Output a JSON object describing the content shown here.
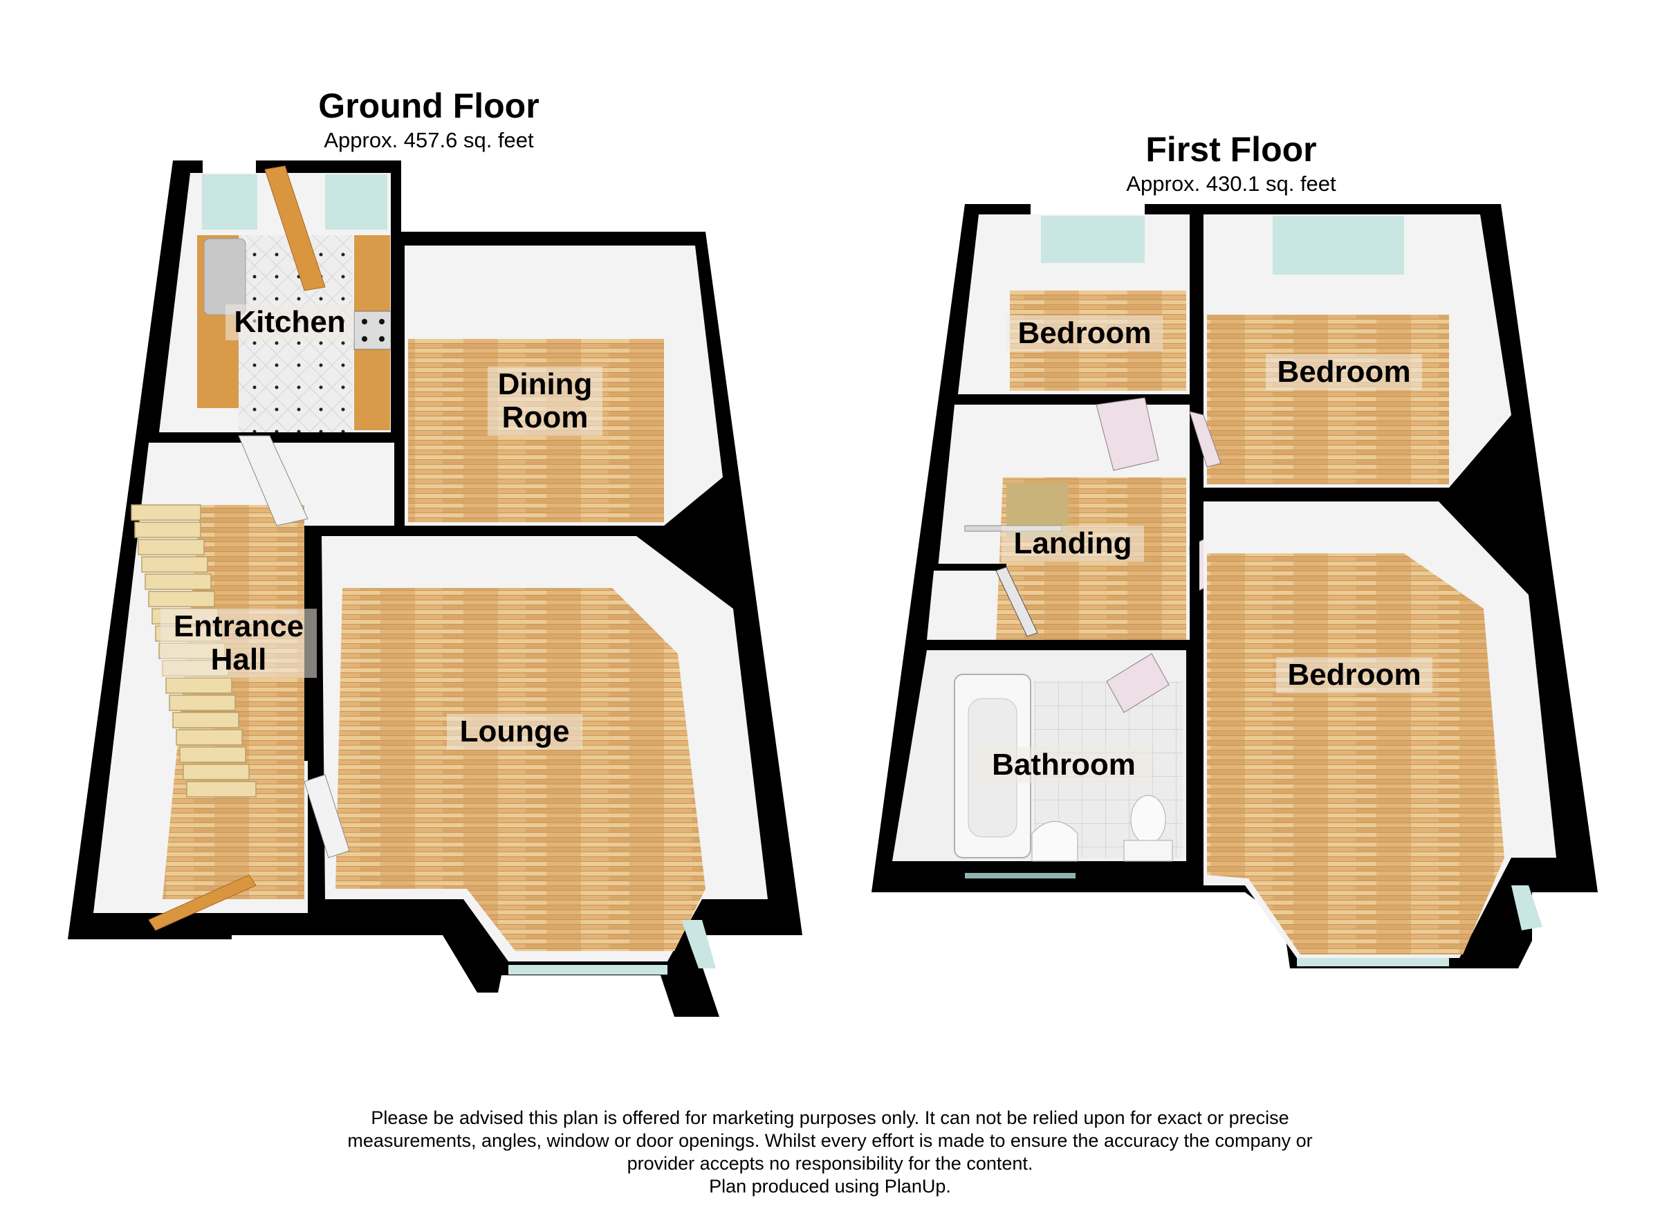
{
  "ground_floor": {
    "title": "Ground Floor",
    "area": "Approx. 457.6 sq. feet",
    "rooms": [
      {
        "name": "Kitchen",
        "floor": "tile"
      },
      {
        "name_line1": "Dining",
        "name_line2": "Room",
        "floor": "wood"
      },
      {
        "name_line1": "Entrance",
        "name_line2": "Hall",
        "floor": "wood"
      },
      {
        "name": "Lounge",
        "floor": "wood"
      }
    ]
  },
  "first_floor": {
    "title": "First Floor",
    "area": "Approx. 430.1 sq. feet",
    "rooms": [
      {
        "name": "Bedroom",
        "floor": "wood"
      },
      {
        "name": "Bedroom",
        "floor": "wood"
      },
      {
        "name": "Landing",
        "floor": "wood"
      },
      {
        "name": "Bathroom",
        "floor": "tile"
      },
      {
        "name": "Bedroom",
        "floor": "wood"
      }
    ]
  },
  "disclaimer": {
    "line1": "Please be advised this plan is offered for marketing purposes only. It can not be relied upon for exact or precise",
    "line2": "measurements, angles, window or door openings. Whilst every effort is made to ensure the accuracy the company or",
    "line3": "provider accepts no responsibility for the content.",
    "line4": "Plan produced using PlanUp."
  },
  "colors": {
    "wall": "#000000",
    "wood_floor": "#e3b67a",
    "tile_floor": "#e8e8e8",
    "inner_wall": "#f4f4f4",
    "window_glass": "#c9e6e2",
    "cabinet": "#d99a4a"
  }
}
